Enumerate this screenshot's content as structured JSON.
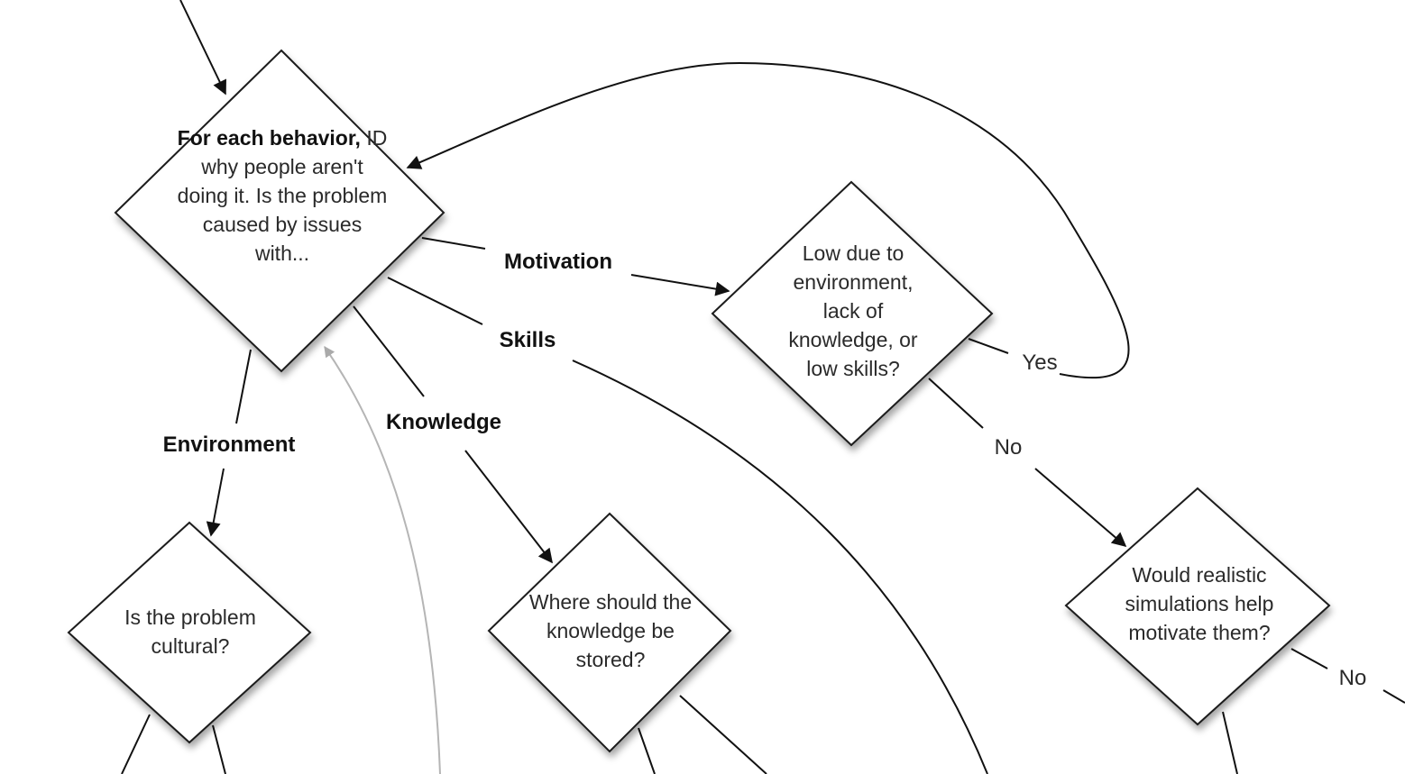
{
  "nodes": {
    "start": {
      "bold": "For each behavior,",
      "rest": "ID why people aren't doing it. Is the problem caused by issues with..."
    },
    "motivation_check": {
      "text": "Low due to environment, lack of knowledge, or low skills?"
    },
    "cultural": {
      "text": "Is the problem cultural?"
    },
    "knowledge_store": {
      "text": "Where should the knowledge be stored?"
    },
    "simulations": {
      "text": "Would realistic simulations help motivate them?"
    }
  },
  "edges": {
    "motivation": "Motivation",
    "skills": "Skills",
    "knowledge": "Knowledge",
    "environment": "Environment",
    "yes": "Yes",
    "no_1": "No",
    "no_2": "No"
  }
}
